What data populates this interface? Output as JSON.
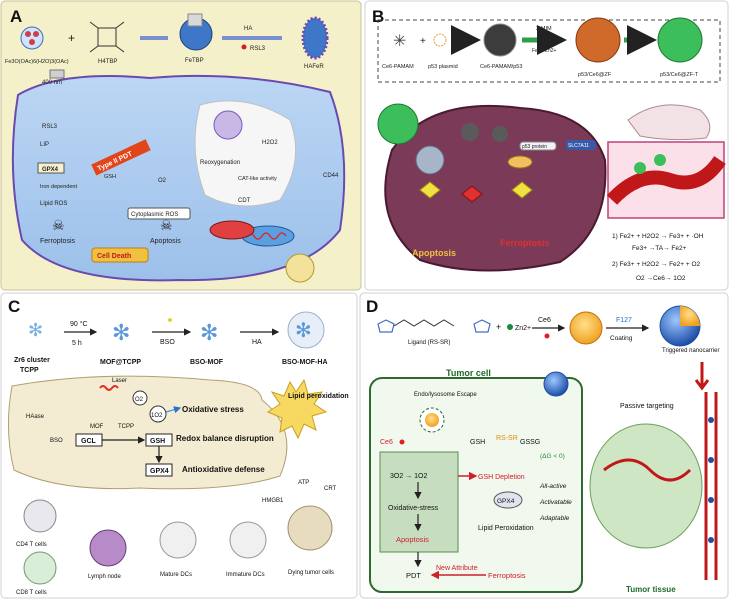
{
  "panels": {
    "a": {
      "letter": "A",
      "compound1": "Fe3O(OAc)6(H2O)3(OAc)",
      "compound2": "H4TBP",
      "fetbp": "FeTBP",
      "ha": "HA",
      "rsl3": "RSL3",
      "hafer": "HAFeR",
      "laser": "400 nm",
      "cd44": "CD44",
      "rsl3b": "RSL3",
      "lip": "LIP",
      "gpx4": "GPX4",
      "iron_dep": "Iron dependent",
      "lipid_ros": "Lipid ROS",
      "ferroptosis": "Ferroptosis",
      "apoptosis": "Apoptosis",
      "cell_death": "Cell Death",
      "reox": "Reoxygenation",
      "catlike": "CAT-like activity",
      "h2o2": "H2O2",
      "cdt": "CDT",
      "cyto_ros": "Cytoplasmic ROS",
      "o2": "O2",
      "type2": "Type II PDT",
      "gsh": "GSH"
    },
    "b": {
      "letter": "B",
      "ce6pamam": "Ce6-PAMAM",
      "p53": "p53 plasmid",
      "ce6pamamp53": "Ce6-PAMAM/p53",
      "mim": "2-MIM",
      "ions": "Fe2+ Zn2+",
      "zif": "p53/Ce6@ZF",
      "zift": "p53/Ce6@ZF-T",
      "apoptosis": "Apoptosis",
      "ferroptosis": "Ferroptosis",
      "p53_protein": "p53 protein",
      "slc7a11": "SLC7A11",
      "eq1": "1) Fe2+ + H2O2 → Fe3+ + ·OH",
      "eq1b": "Fe3+ →TA→ Fe2+",
      "eq2": "2) Fe3+ + H2O2 → Fe2+ + O2",
      "eq2b": "O2 →Ce6→ 1O2"
    },
    "c": {
      "letter": "C",
      "temp": "90 °C",
      "time": "5 h",
      "bso": "BSO",
      "ha": "HA",
      "zr": "Zr6 cluster",
      "tcpp": "TCPP",
      "mof_tcpp": "MOF@TCPP",
      "bso_mof": "BSO-MOF",
      "bso_mof_ha": "BSO-MOF-HA",
      "laser": "Laser",
      "o2": "O2",
      "singlet": "1O2",
      "hase": "HAase",
      "mof": "MOF",
      "tcpp2": "TCPP",
      "bso2": "BSO",
      "gcl": "GCL",
      "gsh": "GSH",
      "gpx4": "GPX4",
      "ox_stress": "Oxidative stress",
      "redox": "Redox balance disruption",
      "antiox": "Antioxidative defense",
      "lipid_perox": "Lipid peroxidation",
      "hmgb1": "HMGB1",
      "atp": "ATP",
      "crt": "CRT",
      "cd4": "CD4 T cells",
      "cd8": "CD8 T cells",
      "lymph": "Lymph node",
      "mature": "Mature DCs",
      "immature": "Immature DCs",
      "dying": "Dying tumor cells"
    },
    "d": {
      "letter": "D",
      "ligand": "Ligand (RS-SR)",
      "zn": "Zn2+",
      "ce6": "Ce6",
      "f127": "F127",
      "coating": "Coating",
      "triggered": "Triggered nanocarrier",
      "tumor_cell": "Tumor cell",
      "endo": "Endo/lysosome Escape",
      "ce6b": "Ce6",
      "gsh": "GSH",
      "rssr": "RS-SR",
      "gssg": "GSSG",
      "dg": "(ΔG < 0)",
      "o2to": "3O2 → 1O2",
      "gsh_dep": "GSH Depletion",
      "oxs": "Oxidative-stress",
      "gpx4": "GPX4",
      "apoptosis": "Apoptosis",
      "lipid": "Lipid Peroxidation",
      "all_active": "All-active",
      "activatable": "Activatable",
      "adaptable": "Adaptable",
      "pdt": "PDT",
      "new_attr": "New Attribute",
      "ferroptosis": "Ferroptosis",
      "passive": "Passive targeting",
      "tissue": "Tumor tissue"
    }
  }
}
